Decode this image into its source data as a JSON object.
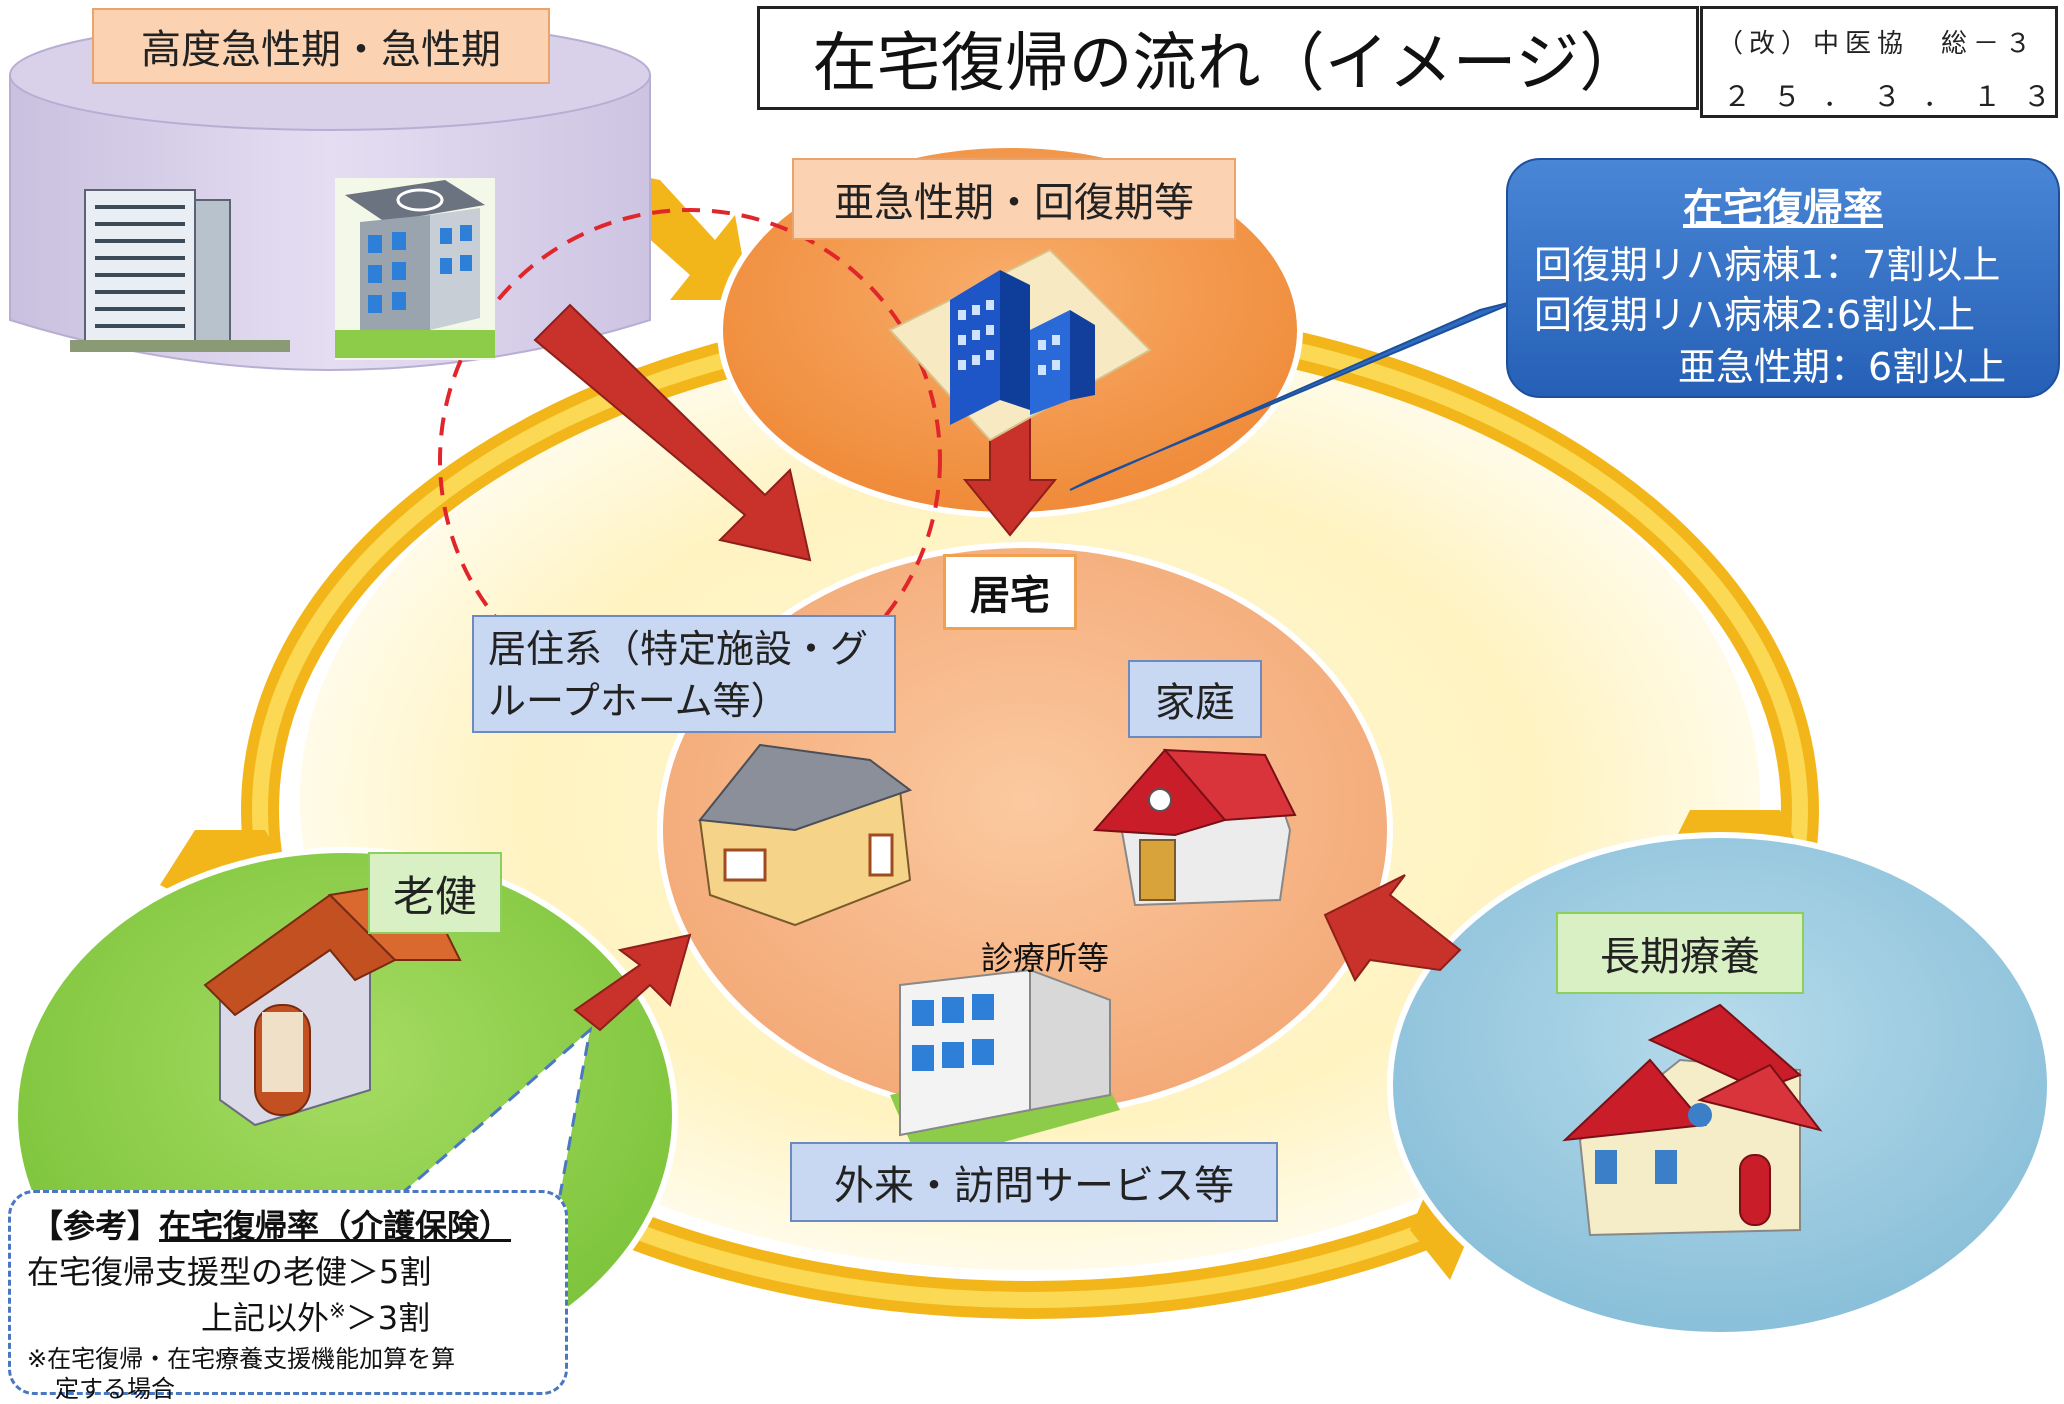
{
  "title": "在宅復帰の流れ（イメージ）",
  "document_ref": {
    "line1": "（改）中医協　総－３",
    "line2": "２５．３．１３"
  },
  "nodes": {
    "acute": "高度急性期・急性期",
    "subacute": "亜急性期・回復期等",
    "home": "居宅",
    "residential": "居住系（特定施設・グループホーム等）",
    "family": "家庭",
    "clinic": "診療所等",
    "outpatient": "外来・訪問サービス等",
    "rouken": "老健",
    "longterm": "長期療養"
  },
  "callout": {
    "heading": "在宅復帰率",
    "rows": [
      "回復期リハ病棟1：7割以上",
      "回復期リハ病棟2:6割以上",
      "亜急性期：6割以上"
    ],
    "color": "#2e6bc0"
  },
  "reference": {
    "prefix": "【参考】",
    "heading": "在宅復帰率（介護保険）",
    "line1": "在宅復帰支援型の老健＞5割",
    "line2_main": "上記以外",
    "line2_mark": "※",
    "line2_tail": "＞3割",
    "note1": "※在宅復帰・在宅療養支援機能加算を算",
    "note2": "定する場合"
  },
  "colors": {
    "ring": "#f5c21b",
    "arrow_red": "#c8322b",
    "subacute_fill": "#f39a4e",
    "home_fill": "#f7b98a",
    "rouken_fill": "#8ccc48",
    "longterm_fill": "#9ccbe0",
    "acute_fill": "#d4cce6"
  }
}
